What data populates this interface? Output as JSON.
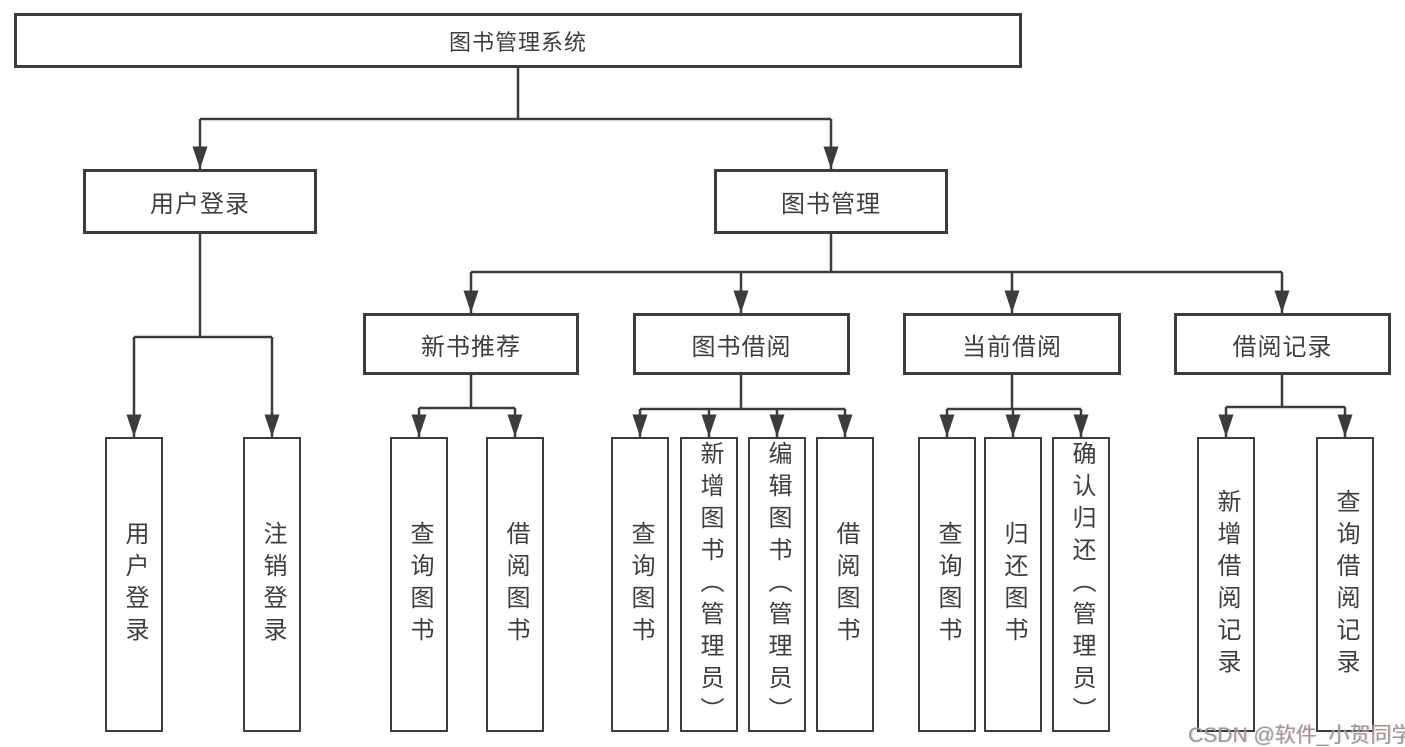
{
  "diagram_tree": {
    "label": "图书管理系统",
    "children": [
      {
        "label": "用户登录",
        "children": [
          {
            "label": "用户登录"
          },
          {
            "label": "注销登录"
          }
        ]
      },
      {
        "label": "图书管理",
        "children": [
          {
            "label": "新书推荐",
            "children": [
              {
                "label": "查询图书"
              },
              {
                "label": "借阅图书"
              }
            ]
          },
          {
            "label": "图书借阅",
            "children": [
              {
                "label": "查询图书"
              },
              {
                "label": "新增图书（管理员）"
              },
              {
                "label": "编辑图书（管理员）"
              },
              {
                "label": "借阅图书"
              }
            ]
          },
          {
            "label": "当前借阅",
            "children": [
              {
                "label": "查询图书"
              },
              {
                "label": "归还图书"
              },
              {
                "label": "确认归还（管理员）"
              }
            ]
          },
          {
            "label": "借阅记录",
            "children": [
              {
                "label": "新增借阅记录"
              },
              {
                "label": "查询借阅记录"
              }
            ]
          }
        ]
      }
    ]
  },
  "watermark": "CSDN @软件_小贺同学",
  "colors": {
    "line": "#3c3c3c",
    "text": "#3e3e3e",
    "background": "#ffffff",
    "watermark": "#9a9a9a"
  }
}
